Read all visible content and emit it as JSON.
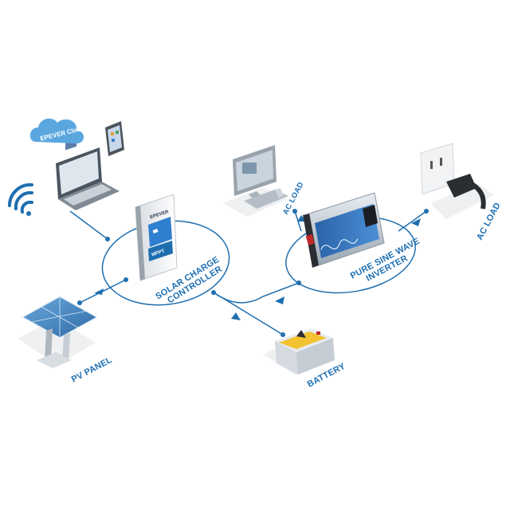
{
  "labels": {
    "cloud": "EPEVER Cloud",
    "controller_line1": "SOLAR CHARGE",
    "controller_line2": "CONTROLLER",
    "inverter_line1": "PURE SINE WAVE",
    "inverter_line2": "INVERTER",
    "ac_load_left": "AC LOAD",
    "ac_load_right": "AC LOAD",
    "battery": "BATTERY",
    "pv_panel": "PV PANEL",
    "controller_brand": "EPEVER",
    "controller_badge": "MPPT"
  },
  "colors": {
    "connection": "#1f6fb0",
    "accent_blue": "#1f6fb0",
    "screen_blue": "#2f7fd0",
    "inverter_red": "#c0282a",
    "battery_yellow": "#f2c230",
    "cloud_blue": "#5aa7e0"
  }
}
